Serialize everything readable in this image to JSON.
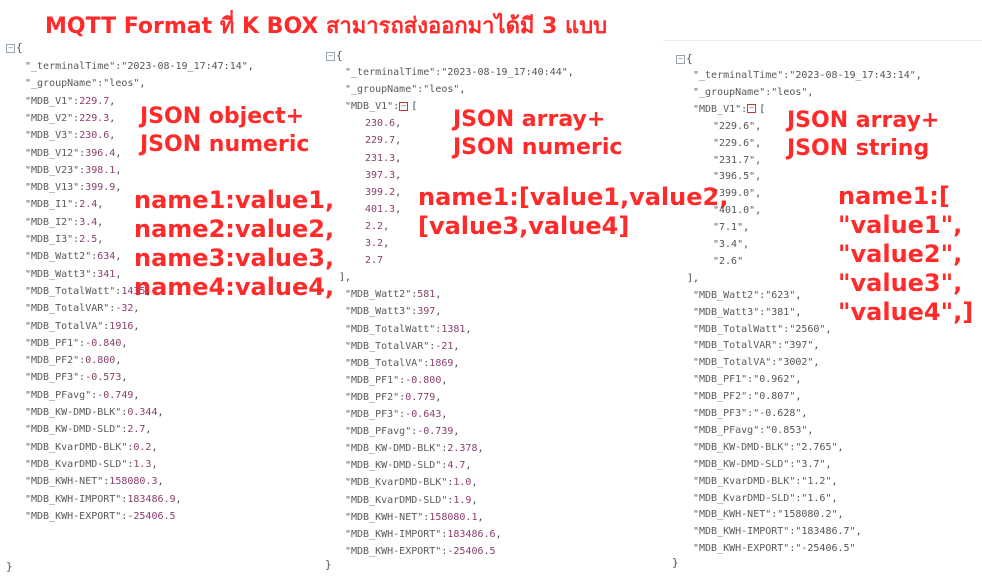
{
  "title": "MQTT Format ที่ K BOX สามารถส่งออกมาได้มี 3 แบบ",
  "icons": {
    "expand": "collapse-toggle-icon",
    "array_toggle": "array-collapse-icon"
  },
  "colors": {
    "annotation": "#ff2a2a",
    "number": "#8b3d6e",
    "key": "#5a5a5a"
  },
  "panels": [
    {
      "open_brace": "{",
      "close_brace": "}",
      "annotation_lines": [
        "JSON object+",
        "JSON numeric"
      ],
      "pattern_lines": [
        "name1:value1,",
        "name2:value2,",
        "name3:value3,",
        "name4:value4,"
      ],
      "lines": [
        {
          "k": "\"_terminalTime\":",
          "v": "\"2023-08-19_17:47:14\"",
          "t": "s"
        },
        {
          "k": "\"_groupName\":",
          "v": "\"leos\"",
          "t": "s"
        },
        {
          "k": "\"MDB_V1\":",
          "v": "229.7",
          "t": "n"
        },
        {
          "k": "\"MDB_V2\":",
          "v": "229.3",
          "t": "n"
        },
        {
          "k": "\"MDB_V3\":",
          "v": "230.6",
          "t": "n"
        },
        {
          "k": "\"MDB_V12\":",
          "v": "396.4",
          "t": "n"
        },
        {
          "k": "\"MDB_V23\":",
          "v": "398.1",
          "t": "n"
        },
        {
          "k": "\"MDB_V13\":",
          "v": "399.9",
          "t": "n"
        },
        {
          "k": "\"MDB_I1\":",
          "v": "2.4",
          "t": "n"
        },
        {
          "k": "\"MDB_I2\":",
          "v": "3.4",
          "t": "n"
        },
        {
          "k": "\"MDB_I3\":",
          "v": "2.5",
          "t": "n"
        },
        {
          "k": "\"MDB_Watt2\":",
          "v": "634",
          "t": "n"
        },
        {
          "k": "\"MDB_Watt3\":",
          "v": "341",
          "t": "n"
        },
        {
          "k": "\"MDB_TotalWatt\":",
          "v": "1435",
          "t": "n"
        },
        {
          "k": "\"MDB_TotalVAR\":",
          "v": "-32",
          "t": "n"
        },
        {
          "k": "\"MDB_TotalVA\":",
          "v": "1916",
          "t": "n"
        },
        {
          "k": "\"MDB_PF1\":",
          "v": "-0.840",
          "t": "n"
        },
        {
          "k": "\"MDB_PF2\":",
          "v": "0.800",
          "t": "n"
        },
        {
          "k": "\"MDB_PF3\":",
          "v": "-0.573",
          "t": "n"
        },
        {
          "k": "\"MDB_PFavg\":",
          "v": "-0.749",
          "t": "n"
        },
        {
          "k": "\"MDB_KW-DMD-BLK\":",
          "v": "0.344",
          "t": "n"
        },
        {
          "k": "\"MDB_KW-DMD-SLD\":",
          "v": "2.7",
          "t": "n"
        },
        {
          "k": "\"MDB_KvarDMD-BLK\":",
          "v": "0.2",
          "t": "n"
        },
        {
          "k": "\"MDB_KvarDMD-SLD\":",
          "v": "1.3",
          "t": "n"
        },
        {
          "k": "\"MDB_KWH-NET\":",
          "v": "158080.3",
          "t": "n"
        },
        {
          "k": "\"MDB_KWH-IMPORT\":",
          "v": "183486.9",
          "t": "n"
        },
        {
          "k": "\"MDB_KWH-EXPORT\":",
          "v": "-25406.5",
          "t": "n",
          "last": true
        }
      ]
    },
    {
      "open_brace": "{",
      "close_brace": "}",
      "annotation_lines": [
        "JSON array+",
        "JSON numeric"
      ],
      "pattern_lines": [
        "name1:[value1,value2,",
        "[value3,value4]"
      ],
      "lines": [
        {
          "k": "\"_terminalTime\":",
          "v": "\"2023-08-19_17:40:44\"",
          "t": "s"
        },
        {
          "k": "\"_groupName\":",
          "v": "\"leos\"",
          "t": "s"
        },
        {
          "k": "\"MDB_V1\":",
          "v": "",
          "t": "arr"
        },
        {
          "k": "",
          "v": "230.6",
          "t": "n",
          "indent": true
        },
        {
          "k": "",
          "v": "229.7",
          "t": "n",
          "indent": true
        },
        {
          "k": "",
          "v": "231.3",
          "t": "n",
          "indent": true
        },
        {
          "k": "",
          "v": "397.3",
          "t": "n",
          "indent": true
        },
        {
          "k": "",
          "v": "399.2",
          "t": "n",
          "indent": true
        },
        {
          "k": "",
          "v": "401.3",
          "t": "n",
          "indent": true
        },
        {
          "k": "",
          "v": "2.2",
          "t": "n",
          "indent": true
        },
        {
          "k": "",
          "v": "3.2",
          "t": "n",
          "indent": true
        },
        {
          "k": "",
          "v": "2.7",
          "t": "n",
          "indent": true,
          "last": true
        },
        {
          "k": "",
          "v": "],",
          "t": "close"
        },
        {
          "k": "\"MDB_Watt2\":",
          "v": "581",
          "t": "n"
        },
        {
          "k": "\"MDB_Watt3\":",
          "v": "397",
          "t": "n"
        },
        {
          "k": "\"MDB_TotalWatt\":",
          "v": "1381",
          "t": "n"
        },
        {
          "k": "\"MDB_TotalVAR\":",
          "v": "-21",
          "t": "n"
        },
        {
          "k": "\"MDB_TotalVA\":",
          "v": "1869",
          "t": "n"
        },
        {
          "k": "\"MDB_PF1\":",
          "v": "-0.800",
          "t": "n"
        },
        {
          "k": "\"MDB_PF2\":",
          "v": "0.779",
          "t": "n"
        },
        {
          "k": "\"MDB_PF3\":",
          "v": "-0.643",
          "t": "n"
        },
        {
          "k": "\"MDB_PFavg\":",
          "v": "-0.739",
          "t": "n"
        },
        {
          "k": "\"MDB_KW-DMD-BLK\":",
          "v": "2.378",
          "t": "n"
        },
        {
          "k": "\"MDB_KW-DMD-SLD\":",
          "v": "4.7",
          "t": "n"
        },
        {
          "k": "\"MDB_KvarDMD-BLK\":",
          "v": "1.0",
          "t": "n"
        },
        {
          "k": "\"MDB_KvarDMD-SLD\":",
          "v": "1.9",
          "t": "n"
        },
        {
          "k": "\"MDB_KWH-NET\":",
          "v": "158080.1",
          "t": "n"
        },
        {
          "k": "\"MDB_KWH-IMPORT\":",
          "v": "183486.6",
          "t": "n"
        },
        {
          "k": "\"MDB_KWH-EXPORT\":",
          "v": "-25406.5",
          "t": "n",
          "last": true
        }
      ]
    },
    {
      "open_brace": "{",
      "close_brace": "}",
      "annotation_lines": [
        "JSON array+",
        "JSON string"
      ],
      "pattern_lines": [
        "name1:[",
        "\"value1\",",
        "\"value2\",",
        "\"value3\",",
        "\"value4\",]"
      ],
      "lines": [
        {
          "k": "\"_terminalTime\":",
          "v": "\"2023-08-19_17:43:14\"",
          "t": "s"
        },
        {
          "k": "\"_groupName\":",
          "v": "\"leos\"",
          "t": "s"
        },
        {
          "k": "\"MDB_V1\":",
          "v": "",
          "t": "arr"
        },
        {
          "k": "",
          "v": "\"229.6\"",
          "t": "s",
          "indent": true
        },
        {
          "k": "",
          "v": "\"229.6\"",
          "t": "s",
          "indent": true
        },
        {
          "k": "",
          "v": "\"231.7\"",
          "t": "s",
          "indent": true
        },
        {
          "k": "",
          "v": "\"396.5\"",
          "t": "s",
          "indent": true
        },
        {
          "k": "",
          "v": "\"399.0\"",
          "t": "s",
          "indent": true
        },
        {
          "k": "",
          "v": "\"401.0\"",
          "t": "s",
          "indent": true
        },
        {
          "k": "",
          "v": "\"7.1\"",
          "t": "s",
          "indent": true
        },
        {
          "k": "",
          "v": "\"3.4\"",
          "t": "s",
          "indent": true
        },
        {
          "k": "",
          "v": "\"2.6\"",
          "t": "s",
          "indent": true,
          "last": true
        },
        {
          "k": "",
          "v": "],",
          "t": "close"
        },
        {
          "k": "\"MDB_Watt2\":",
          "v": "\"623\"",
          "t": "s"
        },
        {
          "k": "\"MDB_Watt3\":",
          "v": "\"381\"",
          "t": "s"
        },
        {
          "k": "\"MDB_TotalWatt\":",
          "v": "\"2560\"",
          "t": "s"
        },
        {
          "k": "\"MDB_TotalVAR\":",
          "v": "\"397\"",
          "t": "s"
        },
        {
          "k": "\"MDB_TotalVA\":",
          "v": "\"3002\"",
          "t": "s"
        },
        {
          "k": "\"MDB_PF1\":",
          "v": "\"0.962\"",
          "t": "s"
        },
        {
          "k": "\"MDB_PF2\":",
          "v": "\"0.807\"",
          "t": "s"
        },
        {
          "k": "\"MDB_PF3\":",
          "v": "\"-0.628\"",
          "t": "s"
        },
        {
          "k": "\"MDB_PFavg\":",
          "v": "\"0.853\"",
          "t": "s"
        },
        {
          "k": "\"MDB_KW-DMD-BLK\":",
          "v": "\"2.765\"",
          "t": "s"
        },
        {
          "k": "\"MDB_KW-DMD-SLD\":",
          "v": "\"3.7\"",
          "t": "s"
        },
        {
          "k": "\"MDB_KvarDMD-BLK\":",
          "v": "\"1.2\"",
          "t": "s"
        },
        {
          "k": "\"MDB_KvarDMD-SLD\":",
          "v": "\"1.6\"",
          "t": "s"
        },
        {
          "k": "\"MDB_KWH-NET\":",
          "v": "\"158080.2\"",
          "t": "s"
        },
        {
          "k": "\"MDB_KWH-IMPORT\":",
          "v": "\"183486.7\"",
          "t": "s"
        },
        {
          "k": "\"MDB_KWH-EXPORT\":",
          "v": "\"-25406.5\"",
          "t": "s",
          "last": true
        }
      ]
    }
  ]
}
